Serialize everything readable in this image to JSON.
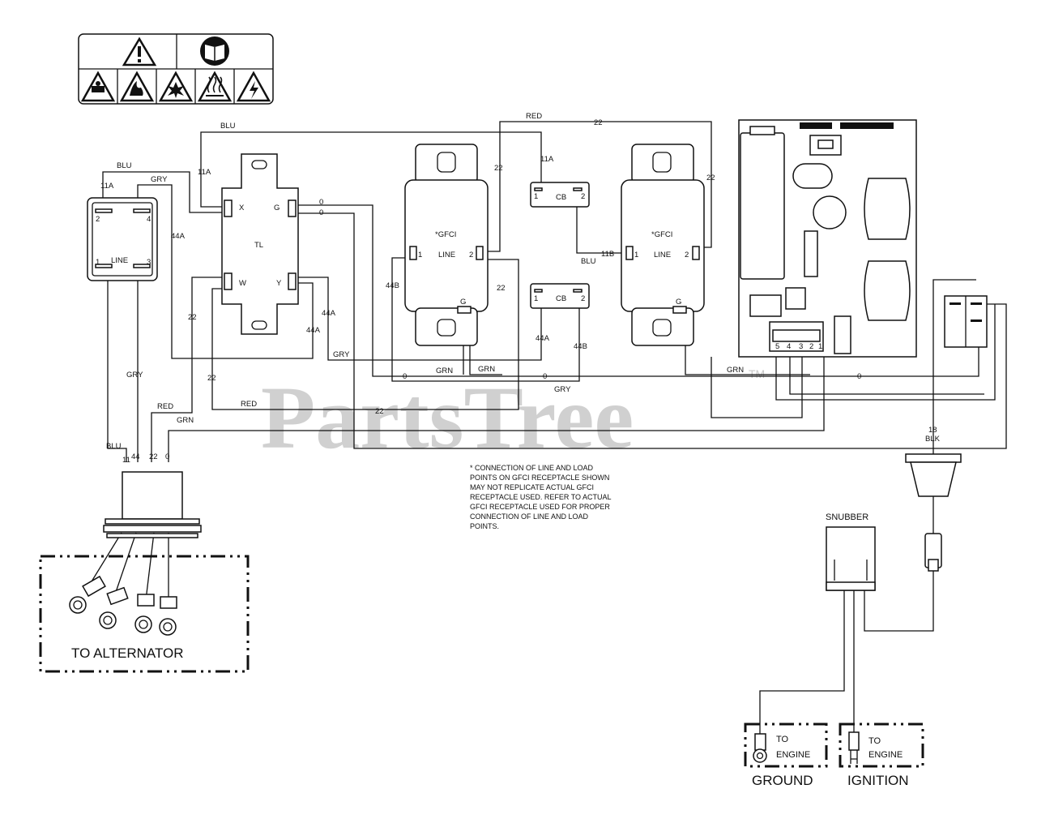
{
  "watermark": {
    "text": "PartsTree",
    "tm": "TM"
  },
  "components": {
    "tl": "TL",
    "tl_x": "X",
    "tl_g": "G",
    "tl_w": "W",
    "tl_y": "Y",
    "line_switch": "LINE",
    "sw_1": "1",
    "sw_2": "2",
    "sw_3": "3",
    "sw_4": "4",
    "gfci": "*GFCI",
    "gfci_line": "LINE",
    "gfci_1": "1",
    "gfci_2": "2",
    "gfci_g": "G",
    "cb": "CB",
    "cb_1": "1",
    "cb_2": "2",
    "pin_5": "5",
    "pin_4": "4",
    "pin_3": "3",
    "pin_2": "2",
    "pin_1": "1",
    "snubber": "SNUBBER",
    "to_alternator": "TO ALTERNATOR",
    "to_engine_1": "TO",
    "to_engine_2": "ENGINE",
    "ground": "GROUND",
    "ignition": "IGNITION"
  },
  "wire_labels": {
    "blu": "BLU",
    "gry": "GRY",
    "red": "RED",
    "grn": "GRN",
    "blk": "BLK",
    "w11a": "11A",
    "w11b": "11B",
    "w11": "11",
    "w44a": "44A",
    "w44b": "44B",
    "w44": "44",
    "w22": "22",
    "w0": "0",
    "w18": "18"
  },
  "note": {
    "lines": [
      "* CONNECTION OF LINE AND LOAD",
      "POINTS  ON GFCI  RECEPTACLE SHOWN",
      "MAY NOT REPLICATE ACTUAL GFCI",
      "RECEPTACLE USED.  REFER TO ACTUAL",
      "GFCI RECEPTACLE USED FOR PROPER",
      "CONNECTION OF LINE AND LOAD",
      "POINTS."
    ]
  }
}
